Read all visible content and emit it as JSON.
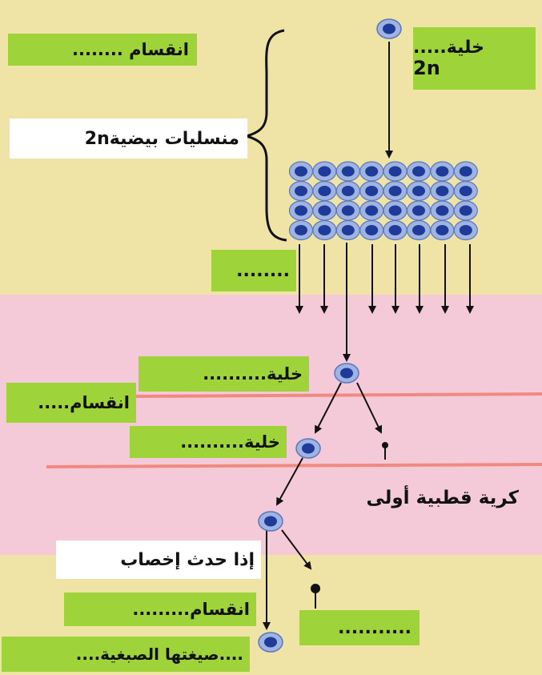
{
  "colors": {
    "top_band": "#efe4a6",
    "middle_band": "#f4c9d8",
    "bottom_band": "#efe4a6",
    "label_green": "#9ed339",
    "cell_fill": "#1f3b9a",
    "cell_ring": "#9fb4e0",
    "divider_line": "#f08a80",
    "arrow": "#111111"
  },
  "labels": {
    "division_top": "انقسام ........",
    "cell_2n_line1": "خلية.....",
    "cell_2n_line2": "2n",
    "oogonia": "منسليات بيضية2n",
    "growth_blank": "........",
    "cell_first": "خلية..........",
    "division_middle": "انقسام.....",
    "cell_second": "خلية..........",
    "first_polar_body": "كرية قطبية أولى",
    "if_fertilization": "إذا حدث إخصاب",
    "division_bottom": "انقسام.........",
    "bottom_right_blank": "...........",
    "formula": "....صيغتها الصبغية...."
  }
}
